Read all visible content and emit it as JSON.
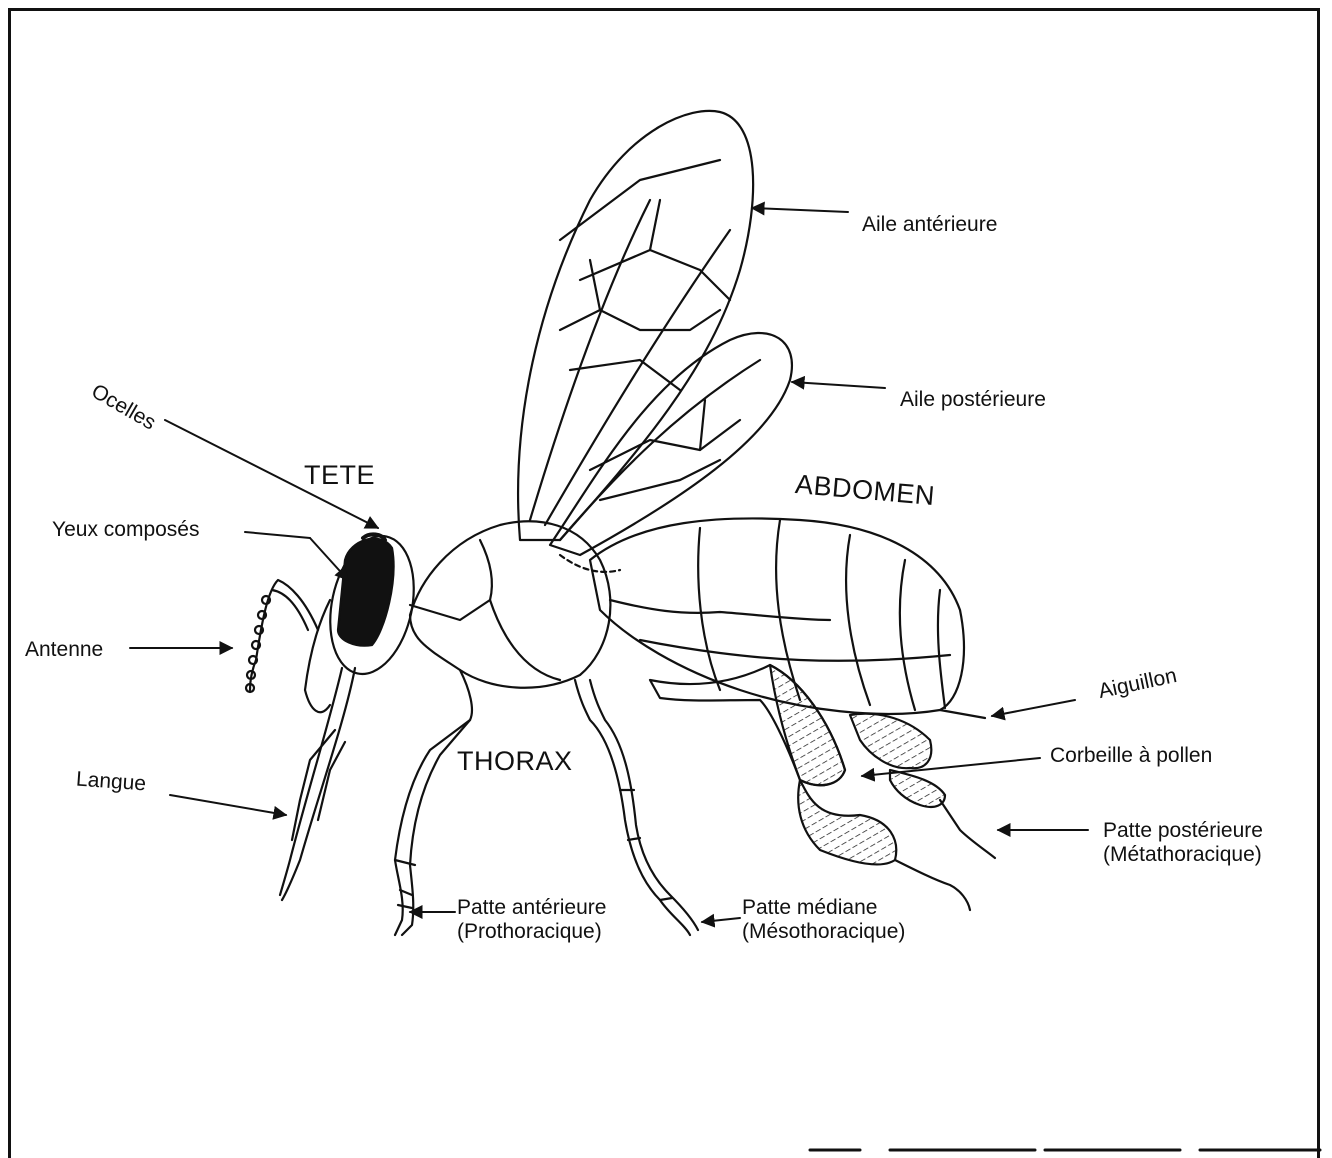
{
  "diagram": {
    "regions": {
      "head": "TETE",
      "thorax": "THORAX",
      "abdomen": "ABDOMEN"
    },
    "labels": {
      "ocelles": "Ocelles",
      "yeux": "Yeux composés",
      "antenne": "Antenne",
      "langue": "Langue",
      "aile_ant": "Aile antérieure",
      "aile_post": "Aile postérieure",
      "aiguillon": "Aiguillon",
      "corbeille": "Corbeille à pollen",
      "patte_post_1": "Patte postérieure",
      "patte_post_2": "(Métathoracique)",
      "patte_ant_1": "Patte antérieure",
      "patte_ant_2": "(Prothoracique)",
      "patte_med_1": "Patte médiane",
      "patte_med_2": "(Mésothoracique)"
    }
  }
}
